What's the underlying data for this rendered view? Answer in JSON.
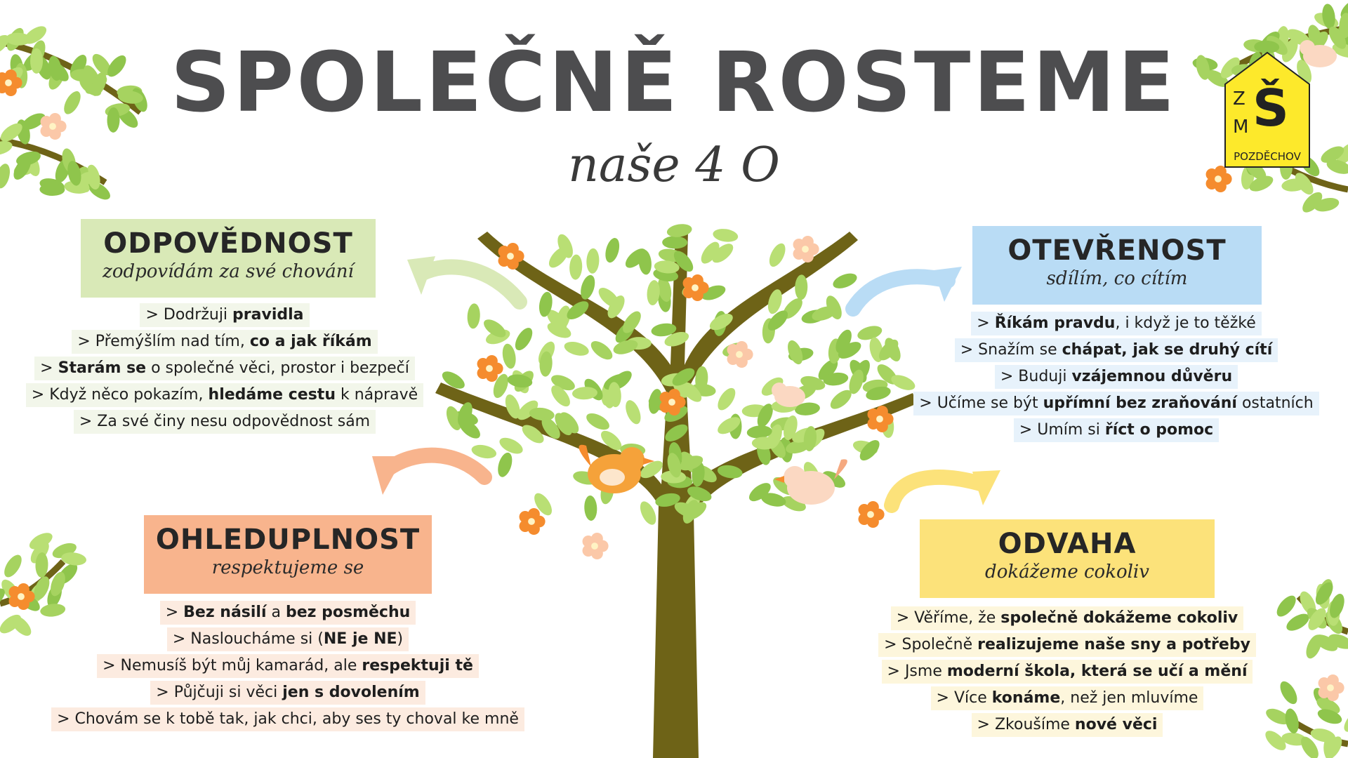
{
  "title": "SPOLEČNĚ ROSTEME",
  "subtitle": "naše 4 O",
  "logo": {
    "letters": [
      "Z",
      "Š",
      "M"
    ],
    "name": "POZDĚCHOV"
  },
  "colors": {
    "title": "#4d4d4f",
    "trunk": "#6e6317",
    "leaf": "#a6d360",
    "flower": "#f58c2e",
    "green_band": "#d9e9b7",
    "blue_band": "#b9dcf5",
    "peach_band": "#f8b48d",
    "yellow_band": "#fce27a",
    "logo_bg": "#fde92b"
  },
  "sections": {
    "odpovednost": {
      "heading": "ODPOVĚDNOST",
      "sub": "zodpovídám za své chování",
      "items": [
        [
          [
            "> Dodržuji ",
            false
          ],
          [
            "pravidla",
            true
          ]
        ],
        [
          [
            "> Přemýšlím nad tím, ",
            false
          ],
          [
            "co a jak říkám",
            true
          ]
        ],
        [
          [
            "> ",
            false
          ],
          [
            "Starám se",
            true
          ],
          [
            " o společné věci, prostor i bezpečí",
            false
          ]
        ],
        [
          [
            "> Když něco pokazím, ",
            false
          ],
          [
            "hledáme cestu",
            true
          ],
          [
            " k nápravě",
            false
          ]
        ],
        [
          [
            "> Za své činy nesu odpovědnost sám",
            false
          ]
        ]
      ]
    },
    "otevrenost": {
      "heading": "OTEVŘENOST",
      "sub": "sdílím, co cítím",
      "items": [
        [
          [
            "> ",
            false
          ],
          [
            "Říkám pravdu",
            true
          ],
          [
            ", i když je to těžké",
            false
          ]
        ],
        [
          [
            "> Snažím se ",
            false
          ],
          [
            "chápat, jak se druhý cítí",
            true
          ]
        ],
        [
          [
            "> Buduji ",
            false
          ],
          [
            "vzájemnou důvěru",
            true
          ]
        ],
        [
          [
            "> Učíme se být ",
            false
          ],
          [
            "upřímní bez zraňování",
            true
          ],
          [
            " ostatních",
            false
          ]
        ],
        [
          [
            "> Umím si ",
            false
          ],
          [
            "říct o pomoc",
            true
          ]
        ]
      ]
    },
    "ohleduplnost": {
      "heading": "OHLEDUPLNOST",
      "sub": "respektujeme se",
      "items": [
        [
          [
            "> ",
            false
          ],
          [
            "Bez násilí",
            true
          ],
          [
            " a ",
            false
          ],
          [
            "bez posměchu",
            true
          ]
        ],
        [
          [
            "> Nasloucháme si (",
            false
          ],
          [
            "NE je NE",
            true
          ],
          [
            ")",
            false
          ]
        ],
        [
          [
            "> Nemusíš být můj kamarád, ale ",
            false
          ],
          [
            "respektuji tě",
            true
          ]
        ],
        [
          [
            "> Půjčuji si věci ",
            false
          ],
          [
            "jen s dovolením",
            true
          ]
        ],
        [
          [
            "> Chovám se k tobě tak, jak chci, aby ses ty choval ke mně",
            false
          ]
        ]
      ]
    },
    "odvaha": {
      "heading": "ODVAHA",
      "sub": "dokážeme cokoliv",
      "items": [
        [
          [
            "> Věříme, že ",
            false
          ],
          [
            "společně dokážeme cokoliv",
            true
          ]
        ],
        [
          [
            "> Společně ",
            false
          ],
          [
            "realizujeme naše sny a potřeby",
            true
          ]
        ],
        [
          [
            "> Jsme ",
            false
          ],
          [
            "moderní škola, která se učí a mění",
            true
          ]
        ],
        [
          [
            "> Více ",
            false
          ],
          [
            "konáme",
            true
          ],
          [
            ", než jen mluvíme",
            false
          ]
        ],
        [
          [
            "> Zkoušíme ",
            false
          ],
          [
            "nové věci",
            true
          ]
        ]
      ]
    }
  }
}
